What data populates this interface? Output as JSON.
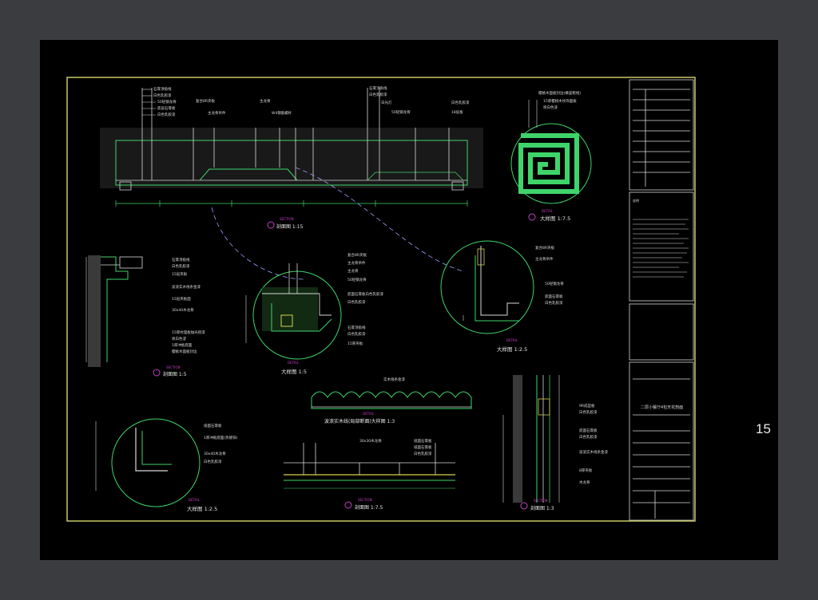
{
  "page_number": "15",
  "captions": {
    "section_1_15": "剖面图 1:15",
    "detail_1_7_5": "大样图 1:7.5",
    "section_1_5": "剖面图 1:5",
    "detail_1_5": "大样图 1:5",
    "detail_1_2_5_a": "大样图 1:2.5",
    "wave_detail": "波浪实木线(局部断面)大样图 1:3",
    "detail_1_2_5_b": "大样图 1:2.5",
    "section_1_7_5": "剖面图 1:7.5",
    "section_1_3": "剖面图 1:3"
  },
  "caption_tag": "SECTION",
  "detail_tag": "DETAIL",
  "title_block": {
    "drawing_name": "二层小餐厅4包天花剖面",
    "notes_heading": "说明"
  },
  "annotations": {
    "top_left": [
      "石膏顶角线",
      "白色乳胶漆",
      "50轻钢龙骨",
      "底层石膏板",
      "白色乳胶漆"
    ],
    "top_mid": [
      "复合8R夹板",
      "主龙骨吊件",
      "主龙骨",
      "W4钢筋螺杆"
    ],
    "top_right": [
      "石膏顶角线",
      "白色乳胶漆",
      "日光灯",
      "50轻钢龙骨",
      "白色乳胶漆",
      "18层板"
    ],
    "detail_pattern": [
      "樱桃木面板封边(横竖粗线)",
      "15厚樱桃木纹饰面板",
      "喷白色漆"
    ],
    "left_section": [
      "石膏顶角线",
      "白色乳胶漆",
      "15层夹板",
      "波浪实木线条金漆",
      "15层夹板面",
      "30x40木龙骨",
      "15厚纹理板抛光喷漆",
      "喷白色漆",
      "1厚冲板底面",
      "樱桃木面板封边"
    ],
    "center_detail": [
      "复合8R夹板",
      "主龙骨吊件",
      "主龙骨",
      "50轻钢龙骨",
      "底面石膏板白色乳胶漆",
      "白色乳胶漆",
      "石膏顶角线",
      "白色乳胶漆",
      "15厚夹板"
    ],
    "right_detail": [
      "复合8R夹板",
      "主龙骨吊件",
      "50轻钢龙骨",
      "底面石膏板",
      "白色乳胶漆"
    ],
    "wave_top": "实木线条金漆",
    "lower_left": [
      "纸面石膏板",
      "1厚冲板底面(热镀锌)",
      "30x40木龙骨",
      "白色乳胶漆"
    ],
    "lower_mid": [
      "30x30木龙骨",
      "纸面石膏板",
      "纸面石膏板",
      "白色乳胶漆"
    ],
    "lower_right": [
      "9R成型板",
      "白色乳胶漆",
      "底面石膏板",
      "白色乳胶漆",
      "波浪实木线条金漆",
      "8厚夹板",
      "木龙骨"
    ]
  },
  "colors": {
    "paper": "#000000",
    "background": "#3b3c3f",
    "frame": "#c8c864",
    "line_green": "#3fd46a",
    "line_white": "#d8d8d8",
    "line_yellow": "#d6d24a",
    "line_magenta": "#c040c0"
  }
}
